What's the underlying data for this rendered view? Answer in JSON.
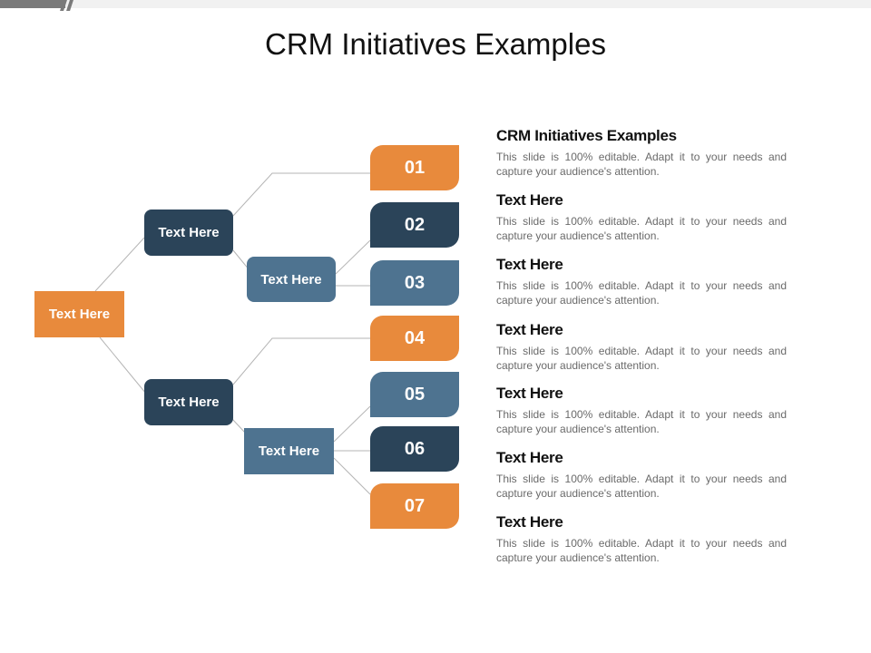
{
  "title": "CRM Initiatives Examples",
  "colors": {
    "orange": "#e88a3c",
    "navy": "#2b4459",
    "steel": "#4e7390",
    "connector": "#b5b5b5"
  },
  "tree": {
    "root": {
      "label": "Text Here",
      "color": "orange"
    },
    "branch_top": {
      "label": "Text Here",
      "color": "navy"
    },
    "branch_bottom": {
      "label": "Text Here",
      "color": "navy"
    },
    "sub_top": {
      "label": "Text Here",
      "color": "steel"
    },
    "sub_bottom": {
      "label": "Text Here",
      "color": "steel"
    }
  },
  "numbers": [
    {
      "label": "01",
      "color": "orange"
    },
    {
      "label": "02",
      "color": "navy"
    },
    {
      "label": "03",
      "color": "steel"
    },
    {
      "label": "04",
      "color": "orange"
    },
    {
      "label": "05",
      "color": "steel"
    },
    {
      "label": "06",
      "color": "navy"
    },
    {
      "label": "07",
      "color": "orange"
    }
  ],
  "descriptions": [
    {
      "title": "CRM Initiatives Examples",
      "text": "This slide is 100% editable. Adapt it to your needs and capture your audience's attention."
    },
    {
      "title": "Text Here",
      "text": "This slide is 100% editable. Adapt it to your needs and capture your audience's attention."
    },
    {
      "title": "Text Here",
      "text": "This slide is 100% editable. Adapt it to your needs and capture your audience's attention."
    },
    {
      "title": "Text Here",
      "text": "This slide is 100% editable. Adapt it to your needs and capture your audience's attention."
    },
    {
      "title": "Text Here",
      "text": "This slide is 100% editable. Adapt it to your needs and capture your audience's attention."
    },
    {
      "title": "Text Here",
      "text": "This slide is 100% editable. Adapt it to your needs and capture your audience's attention."
    },
    {
      "title": "Text Here",
      "text": "This slide is 100% editable. Adapt it to your needs and capture your audience's attention."
    }
  ]
}
